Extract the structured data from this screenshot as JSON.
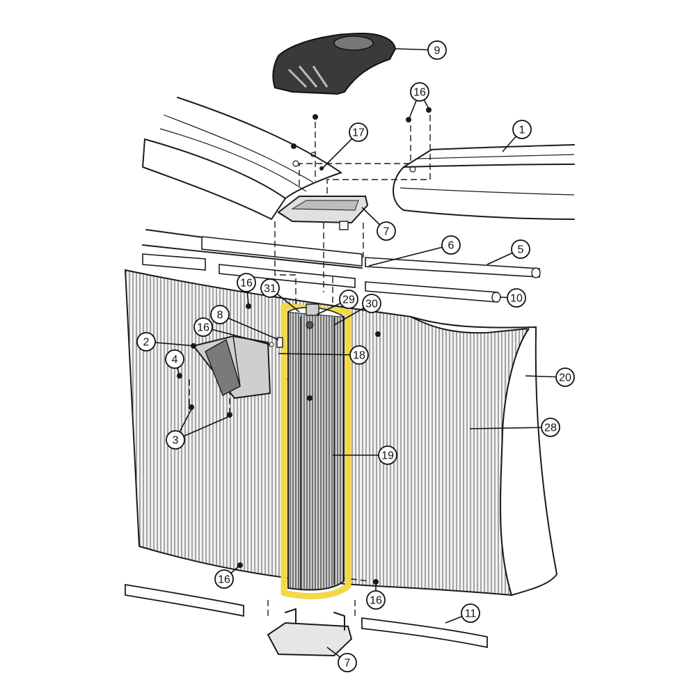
{
  "diagram": {
    "highlight_color": "#f3d84a",
    "callouts": [
      {
        "label": "9",
        "highlighted": false
      },
      {
        "label": "16",
        "highlighted": false
      },
      {
        "label": "17",
        "highlighted": false
      },
      {
        "label": "1",
        "highlighted": false
      },
      {
        "label": "7",
        "highlighted": false
      },
      {
        "label": "6",
        "highlighted": false
      },
      {
        "label": "5",
        "highlighted": false
      },
      {
        "label": "16",
        "highlighted": false
      },
      {
        "label": "31",
        "highlighted": false
      },
      {
        "label": "29",
        "highlighted": false
      },
      {
        "label": "30",
        "highlighted": false
      },
      {
        "label": "10",
        "highlighted": false
      },
      {
        "label": "8",
        "highlighted": false
      },
      {
        "label": "16",
        "highlighted": false
      },
      {
        "label": "2",
        "highlighted": false
      },
      {
        "label": "18",
        "highlighted": false
      },
      {
        "label": "4",
        "highlighted": false
      },
      {
        "label": "20",
        "highlighted": false
      },
      {
        "label": "28",
        "highlighted": false
      },
      {
        "label": "3",
        "highlighted": false
      },
      {
        "label": "19",
        "highlighted": true
      },
      {
        "label": "16",
        "highlighted": false
      },
      {
        "label": "16",
        "highlighted": false
      },
      {
        "label": "11",
        "highlighted": false
      },
      {
        "label": "7",
        "highlighted": false
      }
    ]
  }
}
